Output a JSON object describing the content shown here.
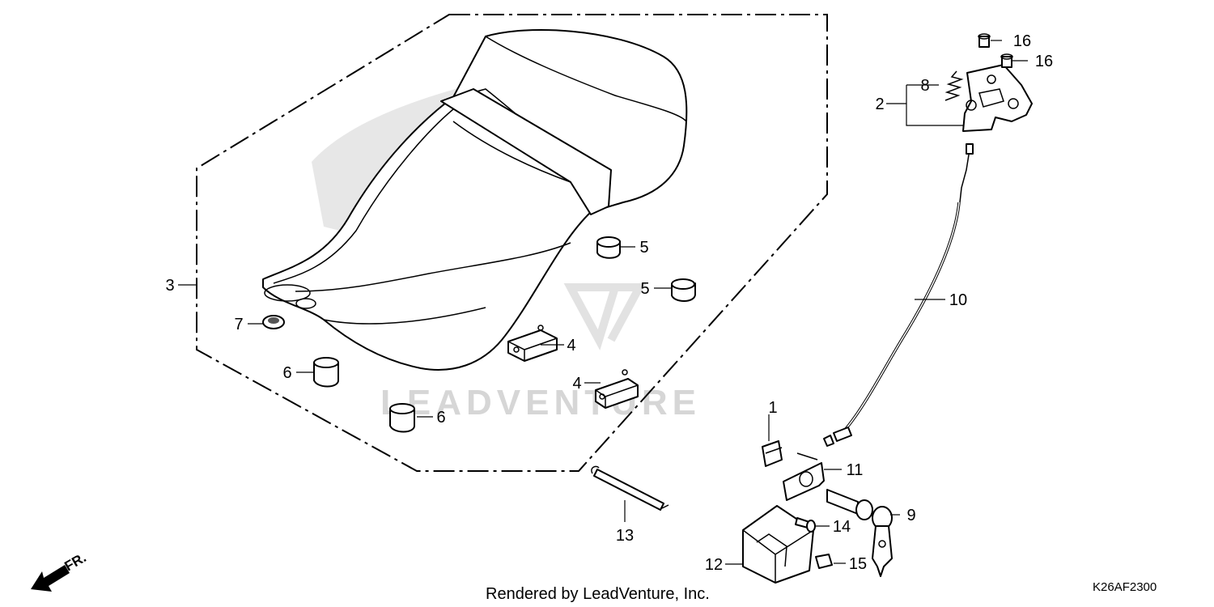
{
  "diagram": {
    "callouts": [
      {
        "id": "c1",
        "text": "1"
      },
      {
        "id": "c2",
        "text": "2"
      },
      {
        "id": "c3",
        "text": "3"
      },
      {
        "id": "c4a",
        "text": "4"
      },
      {
        "id": "c4b",
        "text": "4"
      },
      {
        "id": "c5a",
        "text": "5"
      },
      {
        "id": "c5b",
        "text": "5"
      },
      {
        "id": "c6a",
        "text": "6"
      },
      {
        "id": "c6b",
        "text": "6"
      },
      {
        "id": "c7",
        "text": "7"
      },
      {
        "id": "c8",
        "text": "8"
      },
      {
        "id": "c9",
        "text": "9"
      },
      {
        "id": "c10",
        "text": "10"
      },
      {
        "id": "c11",
        "text": "11"
      },
      {
        "id": "c12",
        "text": "12"
      },
      {
        "id": "c13",
        "text": "13"
      },
      {
        "id": "c14",
        "text": "14"
      },
      {
        "id": "c15",
        "text": "15"
      },
      {
        "id": "c16a",
        "text": "16"
      },
      {
        "id": "c16b",
        "text": "16"
      }
    ],
    "front_indicator": "FR.",
    "watermark": "LEADVENTURE",
    "footer": "Rendered by LeadVenture, Inc.",
    "diagram_code": "K26AF2300"
  }
}
